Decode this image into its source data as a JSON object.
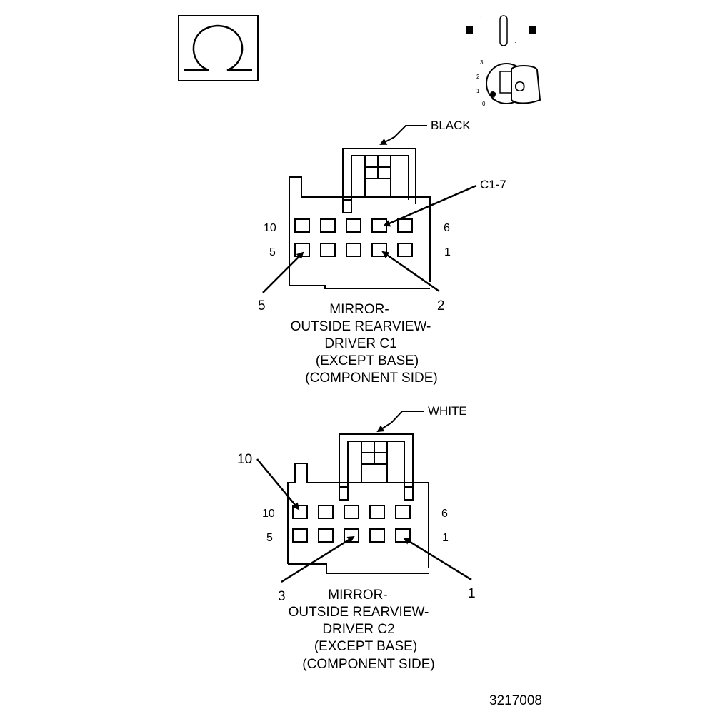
{
  "icons": {
    "connector_face_icon": "omega-connector-icon",
    "ignition_key_icon": "ignition-key-icon",
    "key_positions": [
      "3",
      "2",
      "1",
      "0"
    ],
    "key_letter": "O"
  },
  "connector_c1": {
    "color_label": "BLACK",
    "callout": "C1-7",
    "top_row_left": "10",
    "top_row_right": "6",
    "bottom_row_left": "5",
    "bottom_row_right": "1",
    "pointer_left": "5",
    "pointer_right": "2",
    "caption": [
      "MIRROR-",
      "OUTSIDE REARVIEW-",
      "DRIVER C1",
      "(EXCEPT BASE)",
      "(COMPONENT SIDE)"
    ]
  },
  "connector_c2": {
    "color_label": "WHITE",
    "pointer_top": "10",
    "top_row_left": "10",
    "top_row_right": "6",
    "bottom_row_left": "5",
    "bottom_row_right": "1",
    "pointer_left": "3",
    "pointer_right": "1",
    "caption": [
      "MIRROR-",
      "OUTSIDE REARVIEW-",
      "DRIVER C2",
      "(EXCEPT BASE)",
      "(COMPONENT SIDE)"
    ]
  },
  "figure_number": "3217008"
}
